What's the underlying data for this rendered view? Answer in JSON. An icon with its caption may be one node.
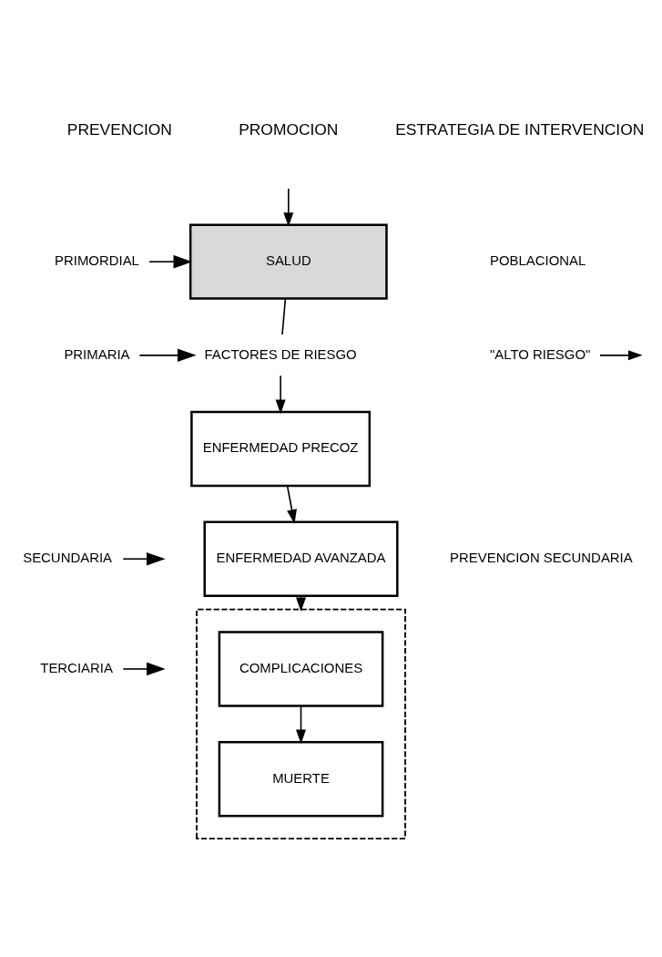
{
  "diagram": {
    "nodes": [
      {
        "text": [
          "SALUD"
        ]
      },
      {
        "text": [
          "FACTORES DE RIESGO"
        ]
      },
      {
        "text": [
          "ENFERMEDAD PRECOZ"
        ]
      },
      {
        "text": [
          "ENFERMEDAD AVANZADA"
        ]
      },
      {
        "text": [],
        "shape": "box"
      },
      {
        "text": [
          "COMPLICACIONES"
        ],
        "in": 4
      },
      {
        "text": [
          "MUERTE"
        ],
        "in": 4
      },
      {
        "text": [
          "PRIMORDIAL"
        ]
      },
      {
        "text": [
          "PRIMARIA"
        ]
      },
      {
        "text": [
          "SECUNDARIA"
        ]
      },
      {
        "text": [
          "TERCIARIA"
        ]
      },
      {
        "text": [
          "\"ALTO RIESGO\""
        ]
      }
    ],
    "edges": [
      {
        "from": null,
        "to": 0,
        "arrow": "to"
      },
      {
        "from": 0,
        "to": 1,
        "arrow": "none"
      },
      {
        "from": 1,
        "to": 2,
        "arrow": "to"
      },
      {
        "from": 2,
        "to": 3,
        "arrow": "to"
      },
      {
        "from": 3,
        "to": 4,
        "arrow": "to"
      },
      {
        "from": 5,
        "to": 6,
        "arrow": "to"
      },
      {
        "from": 7,
        "to": 0,
        "arrow": "to"
      },
      {
        "from": 8,
        "to": 1,
        "arrow": "to"
      },
      {
        "from": 9,
        "to": null,
        "arrow": "to"
      },
      {
        "from": 10,
        "to": null,
        "arrow": "to"
      },
      {
        "from": 11,
        "to": null,
        "arrow": "to"
      }
    ],
    "labels": [
      "PREVENCION",
      "PROMOCION",
      "ESTRATEGIA DE INTERVENCION",
      "POBLACIONAL",
      "PREVENCION SECUNDARIA"
    ]
  }
}
